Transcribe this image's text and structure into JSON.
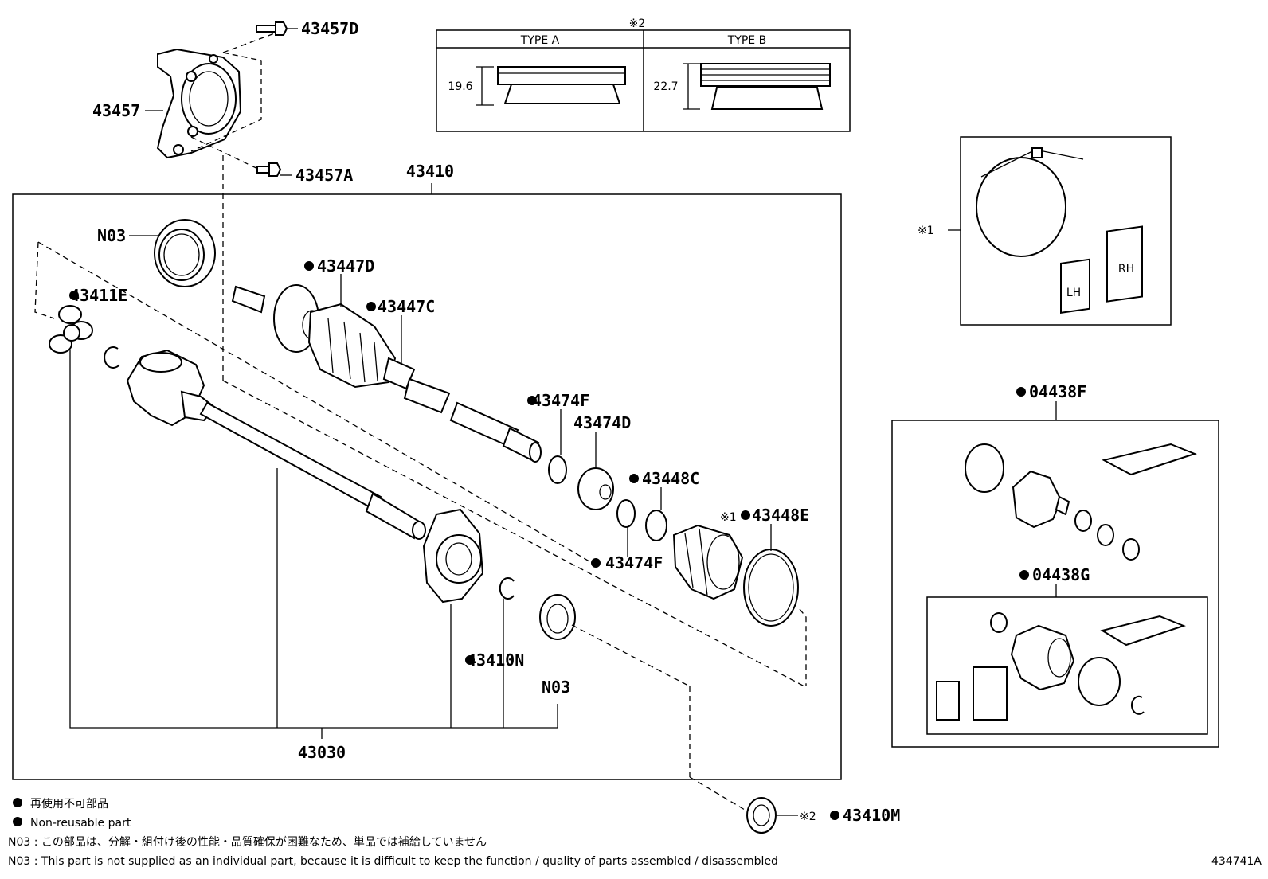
{
  "diagram_id": "434741A",
  "labels": {
    "p43457D": "43457D",
    "p43457": "43457",
    "p43457A": "43457A",
    "p43410": "43410",
    "n03_top": "N03",
    "p43411E": "43411E",
    "p43447D": "43447D",
    "p43447C": "43447C",
    "p43474F_top": "43474F",
    "p43474D": "43474D",
    "p43448C": "43448C",
    "p43448E": "43448E",
    "p43474F_bottom": "43474F",
    "p43410N": "43410N",
    "n03_bottom": "N03",
    "p43030": "43030",
    "p43410M": "43410M",
    "p04438F": "04438F",
    "p04438G": "04438G"
  },
  "markers": {
    "note1": "※1",
    "note2": "※2",
    "note1_box": "※1",
    "note2_m": "※2"
  },
  "type_table": {
    "type_a": {
      "label": "TYPE A",
      "value": "19.6"
    },
    "type_b": {
      "label": "TYPE B",
      "value": "22.7"
    }
  },
  "legend": {
    "ja_non_reusable": "再使用不可部品",
    "en_non_reusable": "Non-reusable part",
    "n03_ja": "N03 : この部品は、分解・組付け後の性能・品質確保が困難なため、単品では補給していません",
    "n03_en": "N03 : This part is not supplied as an individual part, because it is difficult to keep the function / quality of parts  assembled / disassembled"
  },
  "kit_text": {
    "lh": "LH",
    "rh": "RH"
  }
}
